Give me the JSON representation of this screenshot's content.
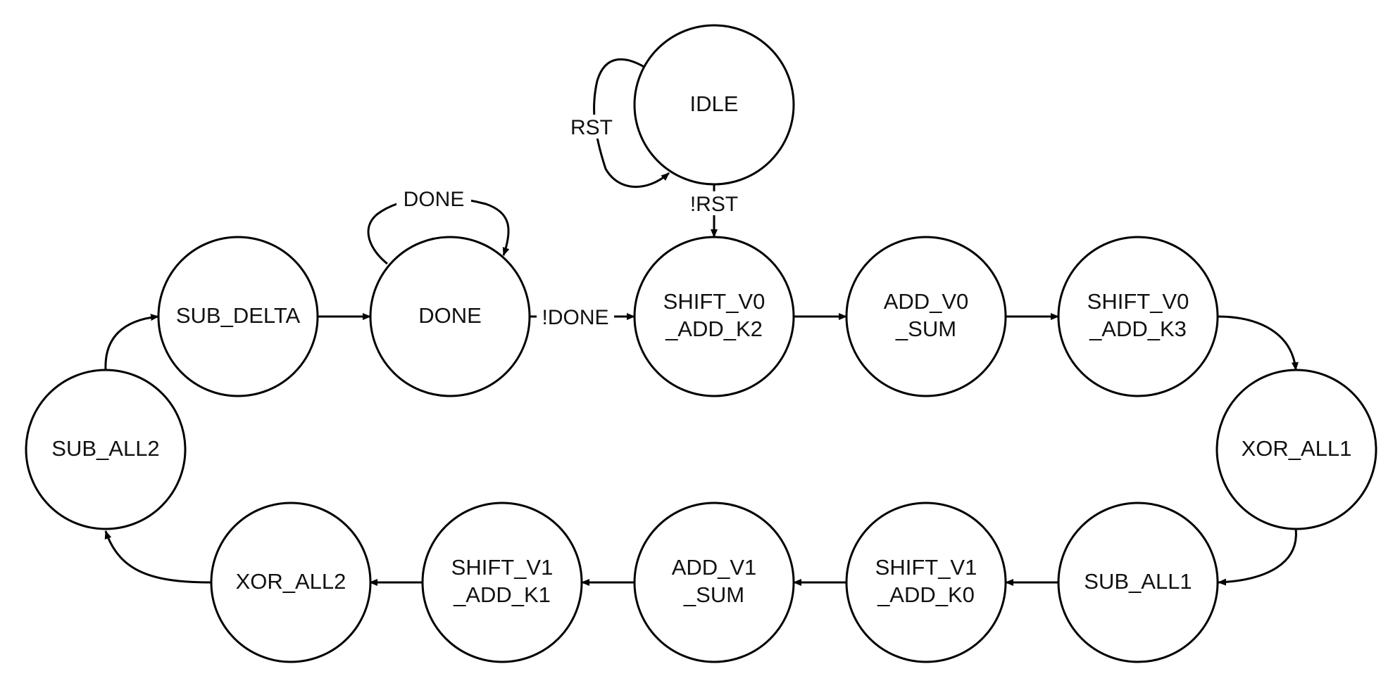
{
  "states": {
    "idle": [
      "IDLE"
    ],
    "sub_delta": [
      "SUB_DELTA"
    ],
    "done": [
      "DONE"
    ],
    "shift_v0_add_k2": [
      "SHIFT_V0",
      "_ADD_K2"
    ],
    "add_v0_sum": [
      "ADD_V0",
      "_SUM"
    ],
    "shift_v0_add_k3": [
      "SHIFT_V0",
      "_ADD_K3"
    ],
    "xor_all1": [
      "XOR_ALL1"
    ],
    "sub_all1": [
      "SUB_ALL1"
    ],
    "shift_v1_add_k0": [
      "SHIFT_V1",
      "_ADD_K0"
    ],
    "add_v1_sum": [
      "ADD_V1",
      "_SUM"
    ],
    "shift_v1_add_k1": [
      "SHIFT_V1",
      "_ADD_K1"
    ],
    "xor_all2": [
      "XOR_ALL2"
    ],
    "sub_all2": [
      "SUB_ALL2"
    ]
  },
  "transitions": {
    "idle_self": "RST",
    "idle_to_shift_v0_add_k2": "!RST",
    "done_self": "DONE",
    "done_to_shift_v0_add_k2": "!DONE"
  },
  "colors": {
    "stroke": "#000000",
    "fill": "#ffffff",
    "text": "#111111"
  }
}
